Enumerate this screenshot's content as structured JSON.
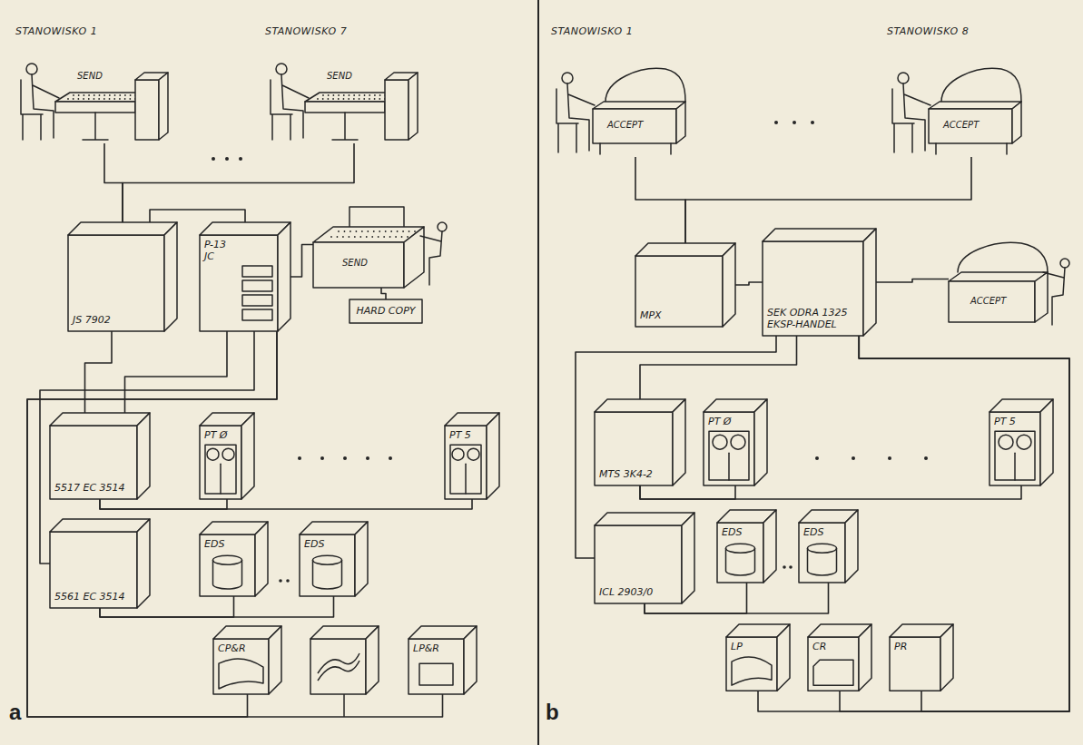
{
  "diagram": {
    "nodes": [
      {
        "text": [
          "STANOWISKO 1",
          "SEND"
        ]
      },
      {
        "text": [
          "STANOWISKO 7",
          "SEND"
        ]
      },
      {
        "text": [
          "JS 7902"
        ]
      },
      {
        "text": [
          "P-13",
          "JC"
        ]
      },
      {
        "text": [
          "SEND"
        ]
      },
      {
        "text": [
          "HARD COPY"
        ]
      },
      {
        "text": [
          "5517 EC 3514"
        ]
      },
      {
        "text": [
          "PT Ø"
        ]
      },
      {
        "text": [
          "PT 5"
        ]
      },
      {
        "text": [
          "5561 EC 3514"
        ]
      },
      {
        "text": [
          "EDS"
        ]
      },
      {
        "text": [
          "EDS"
        ]
      },
      {
        "text": [
          "CP&R"
        ]
      },
      {
        "text": [
          "LP&R"
        ]
      },
      {
        "text": [
          "STANOWISKO 1",
          "ACCEPT"
        ]
      },
      {
        "text": [
          "STANOWISKO 8",
          "ACCEPT"
        ]
      },
      {
        "text": [
          "ACCEPT"
        ]
      },
      {
        "text": [
          "MPX"
        ]
      },
      {
        "text": [
          "SEK ODRA 1325 EKSP-HANDEL"
        ]
      },
      {
        "text": [
          "MTS 3K4-2"
        ]
      },
      {
        "text": [
          "PT Ø"
        ]
      },
      {
        "text": [
          "PT 5"
        ]
      },
      {
        "text": [
          "ICL 2903/0"
        ]
      },
      {
        "text": [
          "EDS"
        ]
      },
      {
        "text": [
          "EDS"
        ]
      },
      {
        "text": [
          "LP"
        ]
      },
      {
        "text": [
          "CR"
        ]
      },
      {
        "text": [
          "PR"
        ]
      }
    ],
    "edges": [
      {
        "from": 0,
        "to": 2,
        "arrow": "none"
      },
      {
        "from": 1,
        "to": 2,
        "arrow": "none"
      },
      {
        "from": 2,
        "to": 3,
        "arrow": "none"
      },
      {
        "from": 3,
        "to": 4,
        "arrow": "none"
      },
      {
        "from": 4,
        "to": 5,
        "arrow": "none"
      },
      {
        "from": 2,
        "to": 6,
        "arrow": "none"
      },
      {
        "from": 3,
        "to": 6,
        "arrow": "none"
      },
      {
        "from": 3,
        "to": 9,
        "arrow": "none"
      },
      {
        "from": 6,
        "to": 7,
        "arrow": "none"
      },
      {
        "from": 6,
        "to": 8,
        "arrow": "none"
      },
      {
        "from": 9,
        "to": 10,
        "arrow": "none"
      },
      {
        "from": 9,
        "to": 11,
        "arrow": "none"
      },
      {
        "from": 3,
        "to": 12,
        "arrow": "none"
      },
      {
        "from": 3,
        "to": 13,
        "arrow": "none"
      },
      {
        "from": 14,
        "to": 17,
        "arrow": "none"
      },
      {
        "from": 15,
        "to": 17,
        "arrow": "none"
      },
      {
        "from": 17,
        "to": 18,
        "arrow": "none"
      },
      {
        "from": 16,
        "to": 18,
        "arrow": "none"
      },
      {
        "from": 18,
        "to": 19,
        "arrow": "none"
      },
      {
        "from": 18,
        "to": 22,
        "arrow": "none"
      },
      {
        "from": 19,
        "to": 20,
        "arrow": "none"
      },
      {
        "from": 19,
        "to": 21,
        "arrow": "none"
      },
      {
        "from": 22,
        "to": 23,
        "arrow": "none"
      },
      {
        "from": 22,
        "to": 24,
        "arrow": "none"
      },
      {
        "from": 18,
        "to": 25,
        "arrow": "none"
      },
      {
        "from": 18,
        "to": 26,
        "arrow": "none"
      },
      {
        "from": 18,
        "to": 27,
        "arrow": "none"
      }
    ],
    "labels": [
      "a",
      "b"
    ]
  }
}
